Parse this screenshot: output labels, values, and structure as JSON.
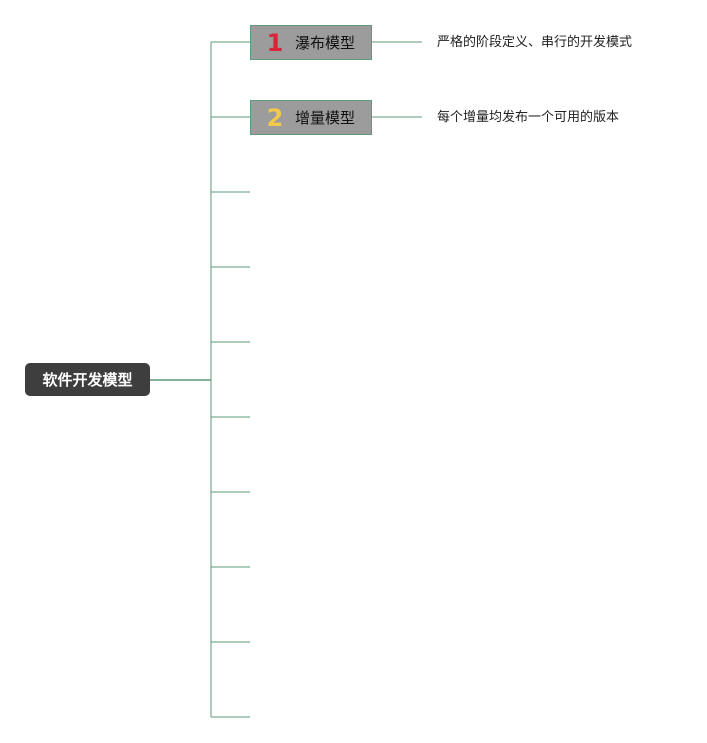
{
  "root": {
    "label": "软件开发模型"
  },
  "branches": [
    {
      "number": "1",
      "number_color": "#d8253a",
      "label": "瀑布模型",
      "description": "严格的阶段定义、串行的开发模式"
    },
    {
      "number": "2",
      "number_color": "#f2c94c",
      "label": "增量模型",
      "description": "每个增量均发布一个可用的版本"
    }
  ],
  "empty_branch_count": 8,
  "colors": {
    "root_fill": "#3e3e3e",
    "branch_fill": "#9c9c9c",
    "connector": "#5d9a78"
  }
}
